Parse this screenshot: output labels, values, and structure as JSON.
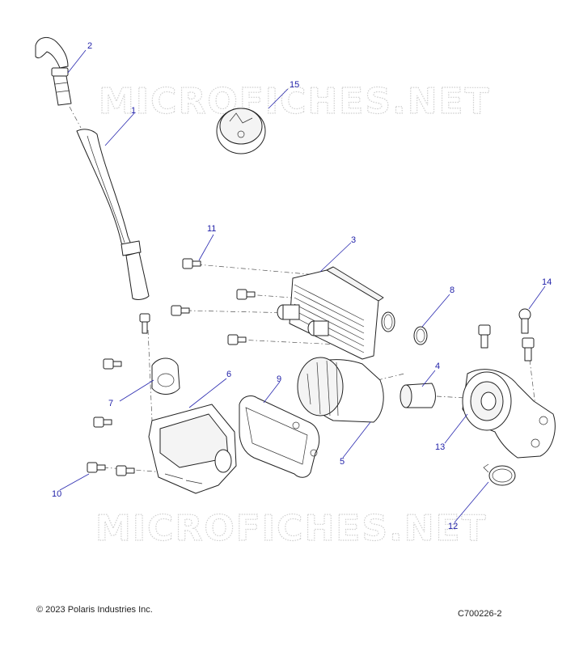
{
  "watermark": "MICROFICHES.NET",
  "callouts": [
    "1",
    "2",
    "3",
    "4",
    "5",
    "6",
    "7",
    "8",
    "9",
    "10",
    "11",
    "12",
    "13",
    "14",
    "15"
  ],
  "footer": {
    "copyright": "© 2023 Polaris Industries Inc.",
    "part_number": "C700226-2"
  },
  "colors": {
    "callout": "#1f1fa8",
    "line": "#222222",
    "watermark": "#cfcfcf"
  }
}
